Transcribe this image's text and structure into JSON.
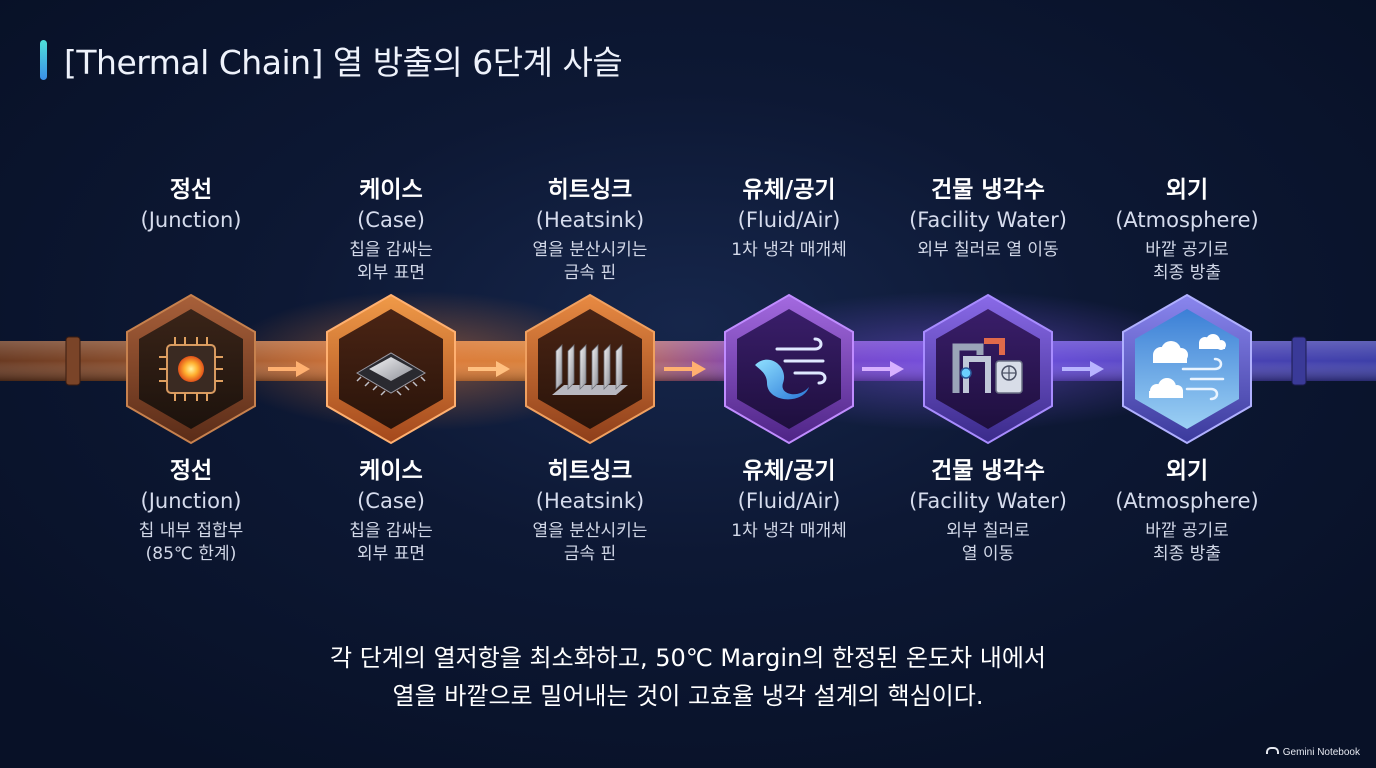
{
  "title": "[Thermal Chain] 열 방출의 6단계 사슬",
  "stages_top": [
    {
      "name": "정선",
      "en": "(Junction)",
      "desc": ""
    },
    {
      "name": "케이스",
      "en": "(Case)",
      "desc": "칩을 감싸는\n외부 표면"
    },
    {
      "name": "히트싱크",
      "en": "(Heatsink)",
      "desc": "열을 분산시키는\n금속 핀"
    },
    {
      "name": "유체/공기",
      "en": "(Fluid/Air)",
      "desc": "1차 냉각 매개체"
    },
    {
      "name": "건물 냉각수",
      "en": "(Facility Water)",
      "desc": "외부 칠러로 열 이동"
    },
    {
      "name": "외기",
      "en": "(Atmosphere)",
      "desc": "바깥 공기로\n최종 방출"
    }
  ],
  "stages_bottom": [
    {
      "name": "정선",
      "en": "(Junction)",
      "desc": "칩 내부 접합부\n(85℃ 한계)"
    },
    {
      "name": "케이스",
      "en": "(Case)",
      "desc": "칩을 감싸는\n외부 표면"
    },
    {
      "name": "히트싱크",
      "en": "(Heatsink)",
      "desc": "열을 분산시키는\n금속 핀"
    },
    {
      "name": "유체/공기",
      "en": "(Fluid/Air)",
      "desc": "1차 냉각 매개체"
    },
    {
      "name": "건물 냉각수",
      "en": "(Facility Water)",
      "desc": "외부 칠러로\n열 이동"
    },
    {
      "name": "외기",
      "en": "(Atmosphere)",
      "desc": "바깥 공기로\n최종 방출"
    }
  ],
  "icons": [
    "cpu-chip-icon",
    "chip-package-icon",
    "heatsink-icon",
    "air-water-flow-icon",
    "facility-pipe-icon",
    "sky-cloud-icon"
  ],
  "caption": {
    "line1": "각 단계의 열저항을 최소화하고, 50℃ Margin의 한정된 온도차 내에서",
    "line2": "열을 바깥으로 밀어내는 것이 고효율 냉각 설계의 핵심이다."
  },
  "branding": "Gemini Notebook",
  "colors": {
    "background": "#0b1530",
    "accent_cyan": "#4fe0d8",
    "hex_bronze": "#8a4a2a",
    "hex_orange": "#d8742e",
    "hex_violet": "#7a3fb5",
    "hex_indigo": "#5a4fc8"
  }
}
